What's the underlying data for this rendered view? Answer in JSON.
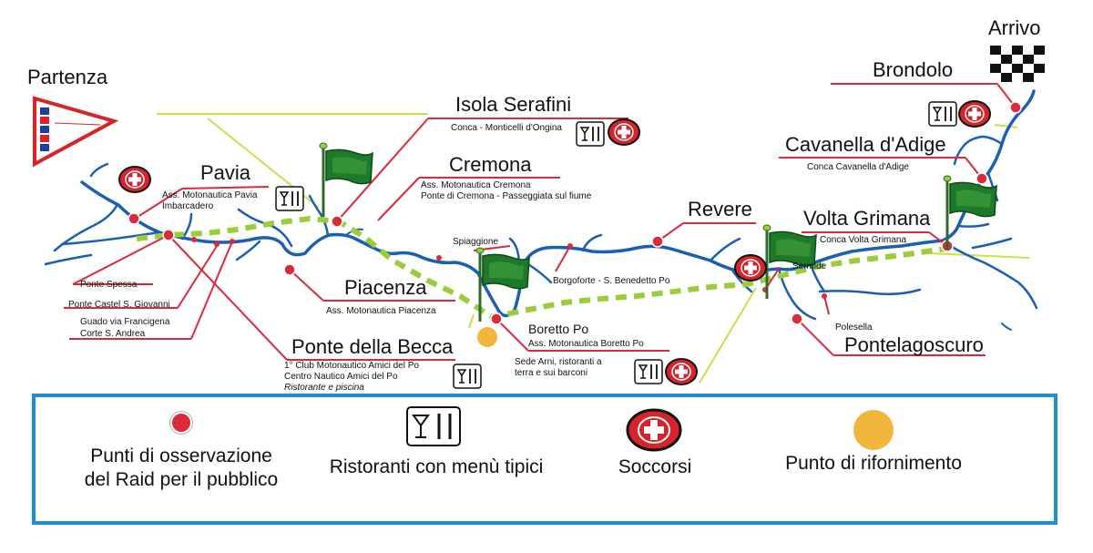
{
  "start_label": "Partenza",
  "end_label": "Arrivo",
  "places": {
    "pavia": {
      "name": "Pavia",
      "l1": "Ass. Motonautica Pavia",
      "l2": "Imbarcadero"
    },
    "isola": {
      "name": "Isola Serafini",
      "l1": "Conca - Monticelli d'Ongina"
    },
    "cremona": {
      "name": "Cremona",
      "l1": "Ass. Motonautica Cremona",
      "l2": "Ponte di Cremona - Passeggiata sul fiume"
    },
    "piacenza": {
      "name": "Piacenza",
      "l1": "Ass. Motonautica Piacenza"
    },
    "becca": {
      "name": "Ponte della Becca",
      "l1": "1° Club Motonautico Amici del Po",
      "l2": "Centro Nautico Amici del Po",
      "l3": "Ristorante e piscina"
    },
    "boretto": {
      "name": "Boretto Po",
      "l1": "Ass. Motonautica Boretto Po",
      "l2": "Sede Arni, ristoranti a",
      "l3": "terra e sui barconi"
    },
    "spiaggione": "Spiaggione",
    "borgoforte": "Borgoforte - S. Benedetto Po",
    "revere": {
      "name": "Revere"
    },
    "volta": {
      "name": "Volta Grimana",
      "l1": "Conca Volta Grimana"
    },
    "sermide": "Sermide",
    "polesella": "Polesella",
    "pontelagoscuro": {
      "name": "Pontelagoscuro"
    },
    "cavanella": {
      "name": "Cavanella d'Adige",
      "l1": "Conca Cavanella d'Adige"
    },
    "brondolo": {
      "name": "Brondolo"
    },
    "spessa": "Ponte Spessa",
    "castel": "Ponte Castel S. Giovanni",
    "guado1": "Guado via Francigena",
    "guado2": "Corte S. Andrea"
  },
  "legend": {
    "observation_1": "Punti di osservazione",
    "observation_2": "del Raid per il pubblico",
    "restaurants": "Ristoranti con menù tipici",
    "rescue": "Soccorsi",
    "refuel": "Punto di rifornimento"
  },
  "colors": {
    "river": "#1b5fb5",
    "route": "#9ccc3c",
    "callout": "#d92b3a",
    "guide_line": "#c9e04a",
    "flag": "#1e7a2a",
    "frame": "#1e8fd5",
    "refuel": "#f2b63c"
  },
  "icons": [
    "observation-dot-icon",
    "restaurant-icon",
    "rescue-icon",
    "refuel-icon",
    "green-flag-icon",
    "checkered-flag-icon",
    "start-pennant-icon"
  ]
}
